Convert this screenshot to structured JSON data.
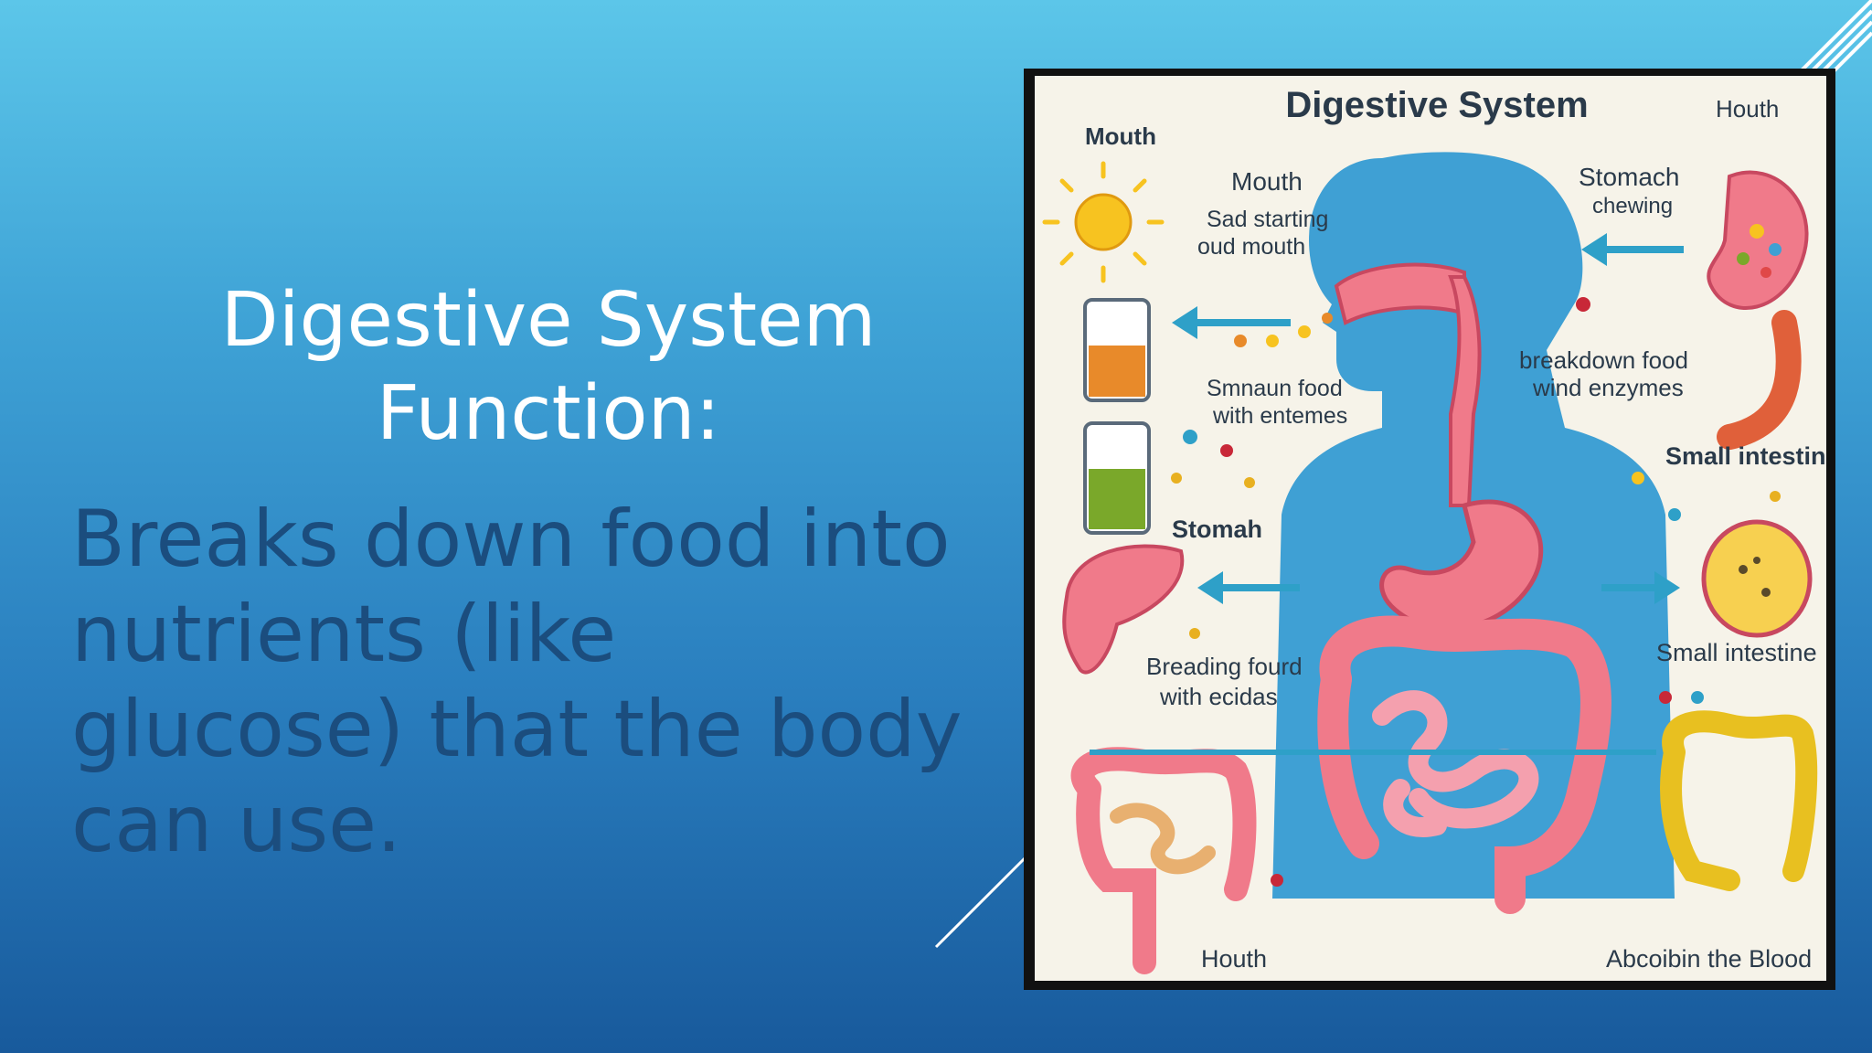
{
  "slide": {
    "title_line1": "Digestive System",
    "title_line2": "Function:",
    "body": "Breaks down food into nutrients (like glucose) that the body can use."
  },
  "figure": {
    "title": "Digestive System",
    "labels": {
      "mouth_top_left": "Mouth",
      "mouth_center": "Mouth",
      "houth_top_right": "Houth",
      "sad_starting_1": "Sad starting",
      "sad_starting_2": "oud mouth",
      "stomach": "Stomach",
      "chewing": "chewing",
      "smnaun_food": "Smnaun food",
      "with_entemes": "with entemes",
      "breakdown_food": "breakdown food",
      "wind_enzymes": "wind enzymes",
      "small_intestin": "Small intestin",
      "stomah": "Stomah",
      "breading_fourd": "Breading fourd",
      "with_ecidas": "with ecidas",
      "small_intestine": "Small intestine",
      "houth_bottom": "Houth",
      "absorbin_blood": "Abcoibin the Blood"
    }
  },
  "colors": {
    "accent": "#2a7fbf",
    "body_text": "#1b4d7e",
    "figure_background": "#f6f3e9",
    "body_silhouette": "#3fa0d4",
    "organ_pink": "#f07a8a"
  }
}
